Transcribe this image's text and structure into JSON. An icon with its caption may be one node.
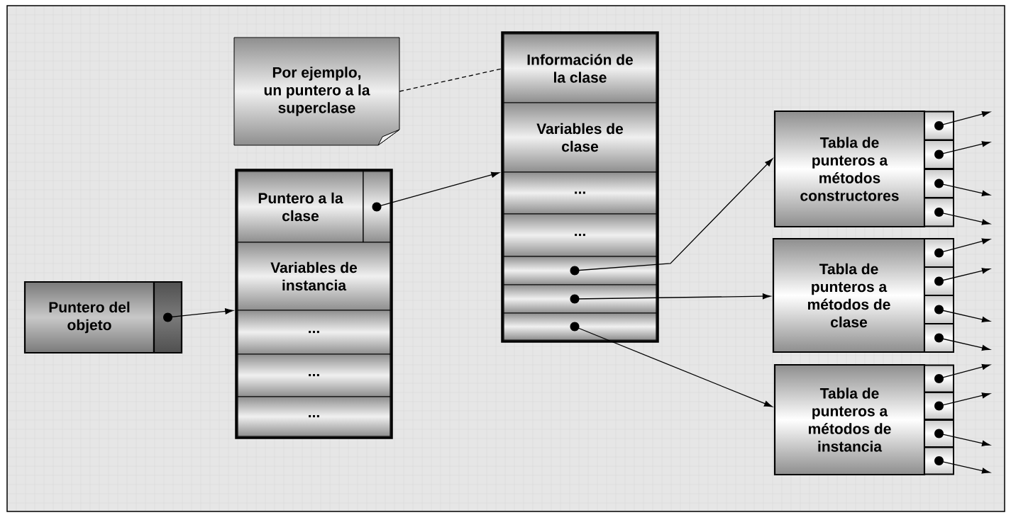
{
  "diagram": {
    "nodes": [
      {
        "text": [
          "Por ejemplo, un puntero a la superclase"
        ]
      },
      {
        "text": [
          "Puntero del objeto"
        ]
      },
      {
        "text": [],
        "shape": "box"
      },
      {
        "text": [],
        "shape": "box"
      },
      {
        "text": [
          "Puntero a la clase"
        ],
        "in": 3
      },
      {
        "text": [],
        "shape": "box",
        "in": 3
      },
      {
        "text": [
          "Variables de instancia"
        ],
        "in": 3
      },
      {
        "text": [
          "..."
        ],
        "in": 3
      },
      {
        "text": [
          "..."
        ],
        "in": 3
      },
      {
        "text": [
          "..."
        ],
        "in": 3
      },
      {
        "text": [],
        "shape": "box"
      },
      {
        "text": [
          "Información de la clase"
        ],
        "in": 10
      },
      {
        "text": [
          "Variables de clase"
        ],
        "in": 10
      },
      {
        "text": [
          "..."
        ],
        "in": 10
      },
      {
        "text": [
          "..."
        ],
        "in": 10
      },
      {
        "text": [],
        "shape": "box",
        "in": 10
      },
      {
        "text": [],
        "shape": "box",
        "in": 10
      },
      {
        "text": [],
        "shape": "box",
        "in": 10
      },
      {
        "text": [
          "Tabla de punteros a métodos constructores"
        ]
      },
      {
        "text": [],
        "shape": "box"
      },
      {
        "text": [],
        "shape": "box"
      },
      {
        "text": [],
        "shape": "box"
      },
      {
        "text": [],
        "shape": "box"
      },
      {
        "text": [
          "Tabla de punteros a métodos de clase"
        ]
      },
      {
        "text": [],
        "shape": "box"
      },
      {
        "text": [],
        "shape": "box"
      },
      {
        "text": [],
        "shape": "box"
      },
      {
        "text": [],
        "shape": "box"
      },
      {
        "text": [
          "Tabla de punteros a métodos de instancia"
        ]
      },
      {
        "text": [],
        "shape": "box"
      },
      {
        "text": [],
        "shape": "box"
      },
      {
        "text": [],
        "shape": "box"
      },
      {
        "text": [],
        "shape": "box"
      }
    ],
    "edges": [
      {
        "from": 0,
        "to": 11,
        "arrow": "none",
        "style": "dashed"
      },
      {
        "from": 2,
        "to": 3,
        "arrow": "to"
      },
      {
        "from": 5,
        "to": 10,
        "arrow": "to"
      },
      {
        "from": 15,
        "to": 18,
        "arrow": "to"
      },
      {
        "from": 16,
        "to": 23,
        "arrow": "to"
      },
      {
        "from": 17,
        "to": 28,
        "arrow": "to"
      },
      {
        "from": 19,
        "to": null,
        "arrow": "to"
      },
      {
        "from": 20,
        "to": null,
        "arrow": "to"
      },
      {
        "from": 21,
        "to": null,
        "arrow": "to"
      },
      {
        "from": 22,
        "to": null,
        "arrow": "to"
      },
      {
        "from": 24,
        "to": null,
        "arrow": "to"
      },
      {
        "from": 25,
        "to": null,
        "arrow": "to"
      },
      {
        "from": 26,
        "to": null,
        "arrow": "to"
      },
      {
        "from": 27,
        "to": null,
        "arrow": "to"
      },
      {
        "from": 29,
        "to": null,
        "arrow": "to"
      },
      {
        "from": 30,
        "to": null,
        "arrow": "to"
      },
      {
        "from": 31,
        "to": null,
        "arrow": "to"
      },
      {
        "from": 32,
        "to": null,
        "arrow": "to"
      }
    ]
  }
}
